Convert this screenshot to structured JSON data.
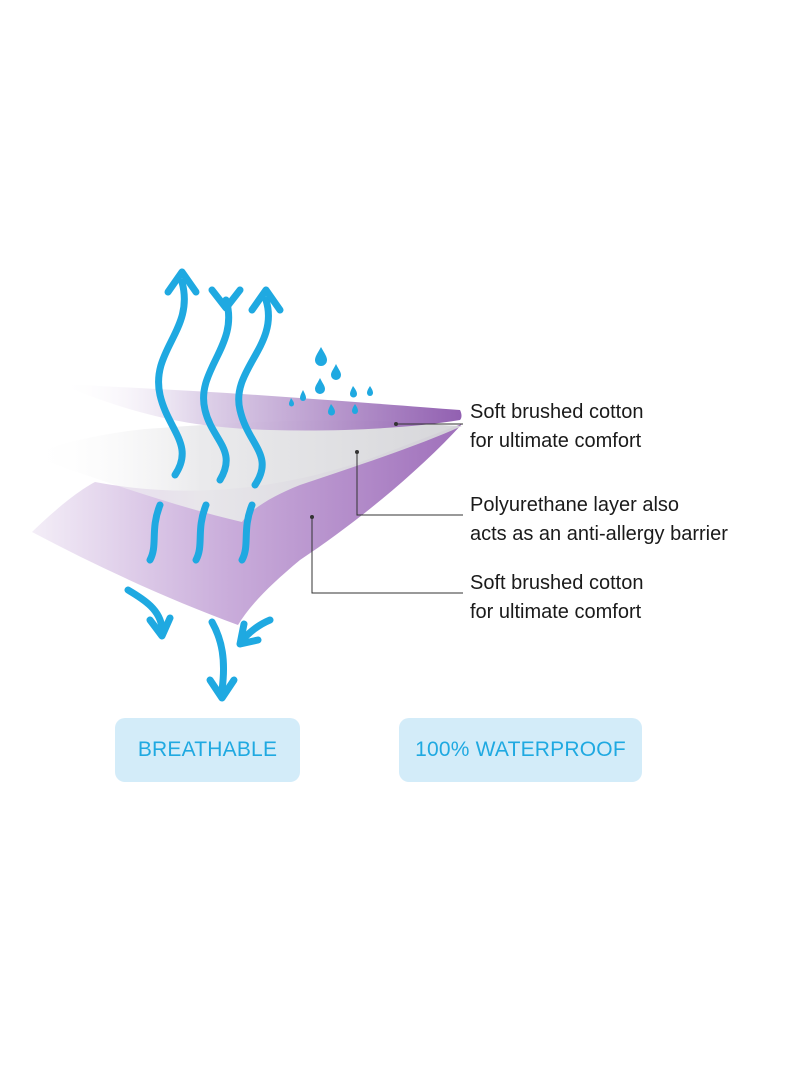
{
  "layers": [
    {
      "id": "top-cotton",
      "lines": [
        "Soft brushed cotton",
        "for ultimate comfort"
      ]
    },
    {
      "id": "polyurethane",
      "lines": [
        "Polyurethane layer also",
        "acts as an anti-allergy barrier"
      ]
    },
    {
      "id": "bottom-cotton",
      "lines": [
        "Soft brushed cotton",
        "for ultimate comfort"
      ]
    }
  ],
  "badges": [
    {
      "id": "breathable",
      "label": "BREATHABLE"
    },
    {
      "id": "waterproof",
      "label": "100% WATERPROOF"
    }
  ],
  "colors": {
    "arrow_blue": "#1fa9e1",
    "badge_background": "#d3ecf9",
    "badge_text": "#1fa9e1",
    "fabric_purple": "#9b6bb8",
    "fabric_light": "#eee6f3",
    "membrane_grey": "#e6e6e8",
    "leader_line": "#333333"
  },
  "icons": {
    "airflow": "wavy-arrow-icon",
    "water": "water-droplet-icon"
  }
}
